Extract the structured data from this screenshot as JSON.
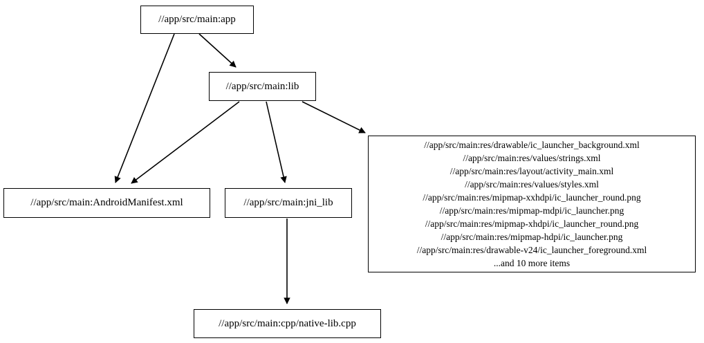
{
  "diagram": {
    "type": "directed-graph",
    "background_color": "#ffffff",
    "edge_color": "#000000",
    "node_border_color": "#000000",
    "node_fill_color": "#ffffff",
    "nodes": {
      "app": {
        "label": "//app/src/main:app"
      },
      "lib": {
        "label": "//app/src/main:lib"
      },
      "manifest": {
        "label": "//app/src/main:AndroidManifest.xml"
      },
      "jni_lib": {
        "label": "//app/src/main:jni_lib"
      },
      "native_lib": {
        "label": "//app/src/main:cpp/native-lib.cpp"
      },
      "resources": {
        "lines": [
          "//app/src/main:res/drawable/ic_launcher_background.xml",
          "//app/src/main:res/values/strings.xml",
          "//app/src/main:res/layout/activity_main.xml",
          "//app/src/main:res/values/styles.xml",
          "//app/src/main:res/mipmap-xxhdpi/ic_launcher_round.png",
          "//app/src/main:res/mipmap-mdpi/ic_launcher.png",
          "//app/src/main:res/mipmap-xhdpi/ic_launcher_round.png",
          "//app/src/main:res/mipmap-hdpi/ic_launcher.png",
          "//app/src/main:res/drawable-v24/ic_launcher_foreground.xml",
          "...and 10 more items"
        ],
        "label": "//app/src/main:res/drawable/ic_launcher_background.xml\n//app/src/main:res/values/strings.xml\n//app/src/main:res/layout/activity_main.xml\n//app/src/main:res/values/styles.xml\n//app/src/main:res/mipmap-xxhdpi/ic_launcher_round.png\n//app/src/main:res/mipmap-mdpi/ic_launcher.png\n//app/src/main:res/mipmap-xhdpi/ic_launcher_round.png\n//app/src/main:res/mipmap-hdpi/ic_launcher.png\n//app/src/main:res/drawable-v24/ic_launcher_foreground.xml\n...and 10 more items",
        "more_items_count": 10
      }
    },
    "edges": [
      {
        "from": "app",
        "to": "lib"
      },
      {
        "from": "app",
        "to": "manifest"
      },
      {
        "from": "lib",
        "to": "manifest"
      },
      {
        "from": "lib",
        "to": "jni_lib"
      },
      {
        "from": "lib",
        "to": "resources"
      },
      {
        "from": "jni_lib",
        "to": "native_lib"
      }
    ]
  }
}
